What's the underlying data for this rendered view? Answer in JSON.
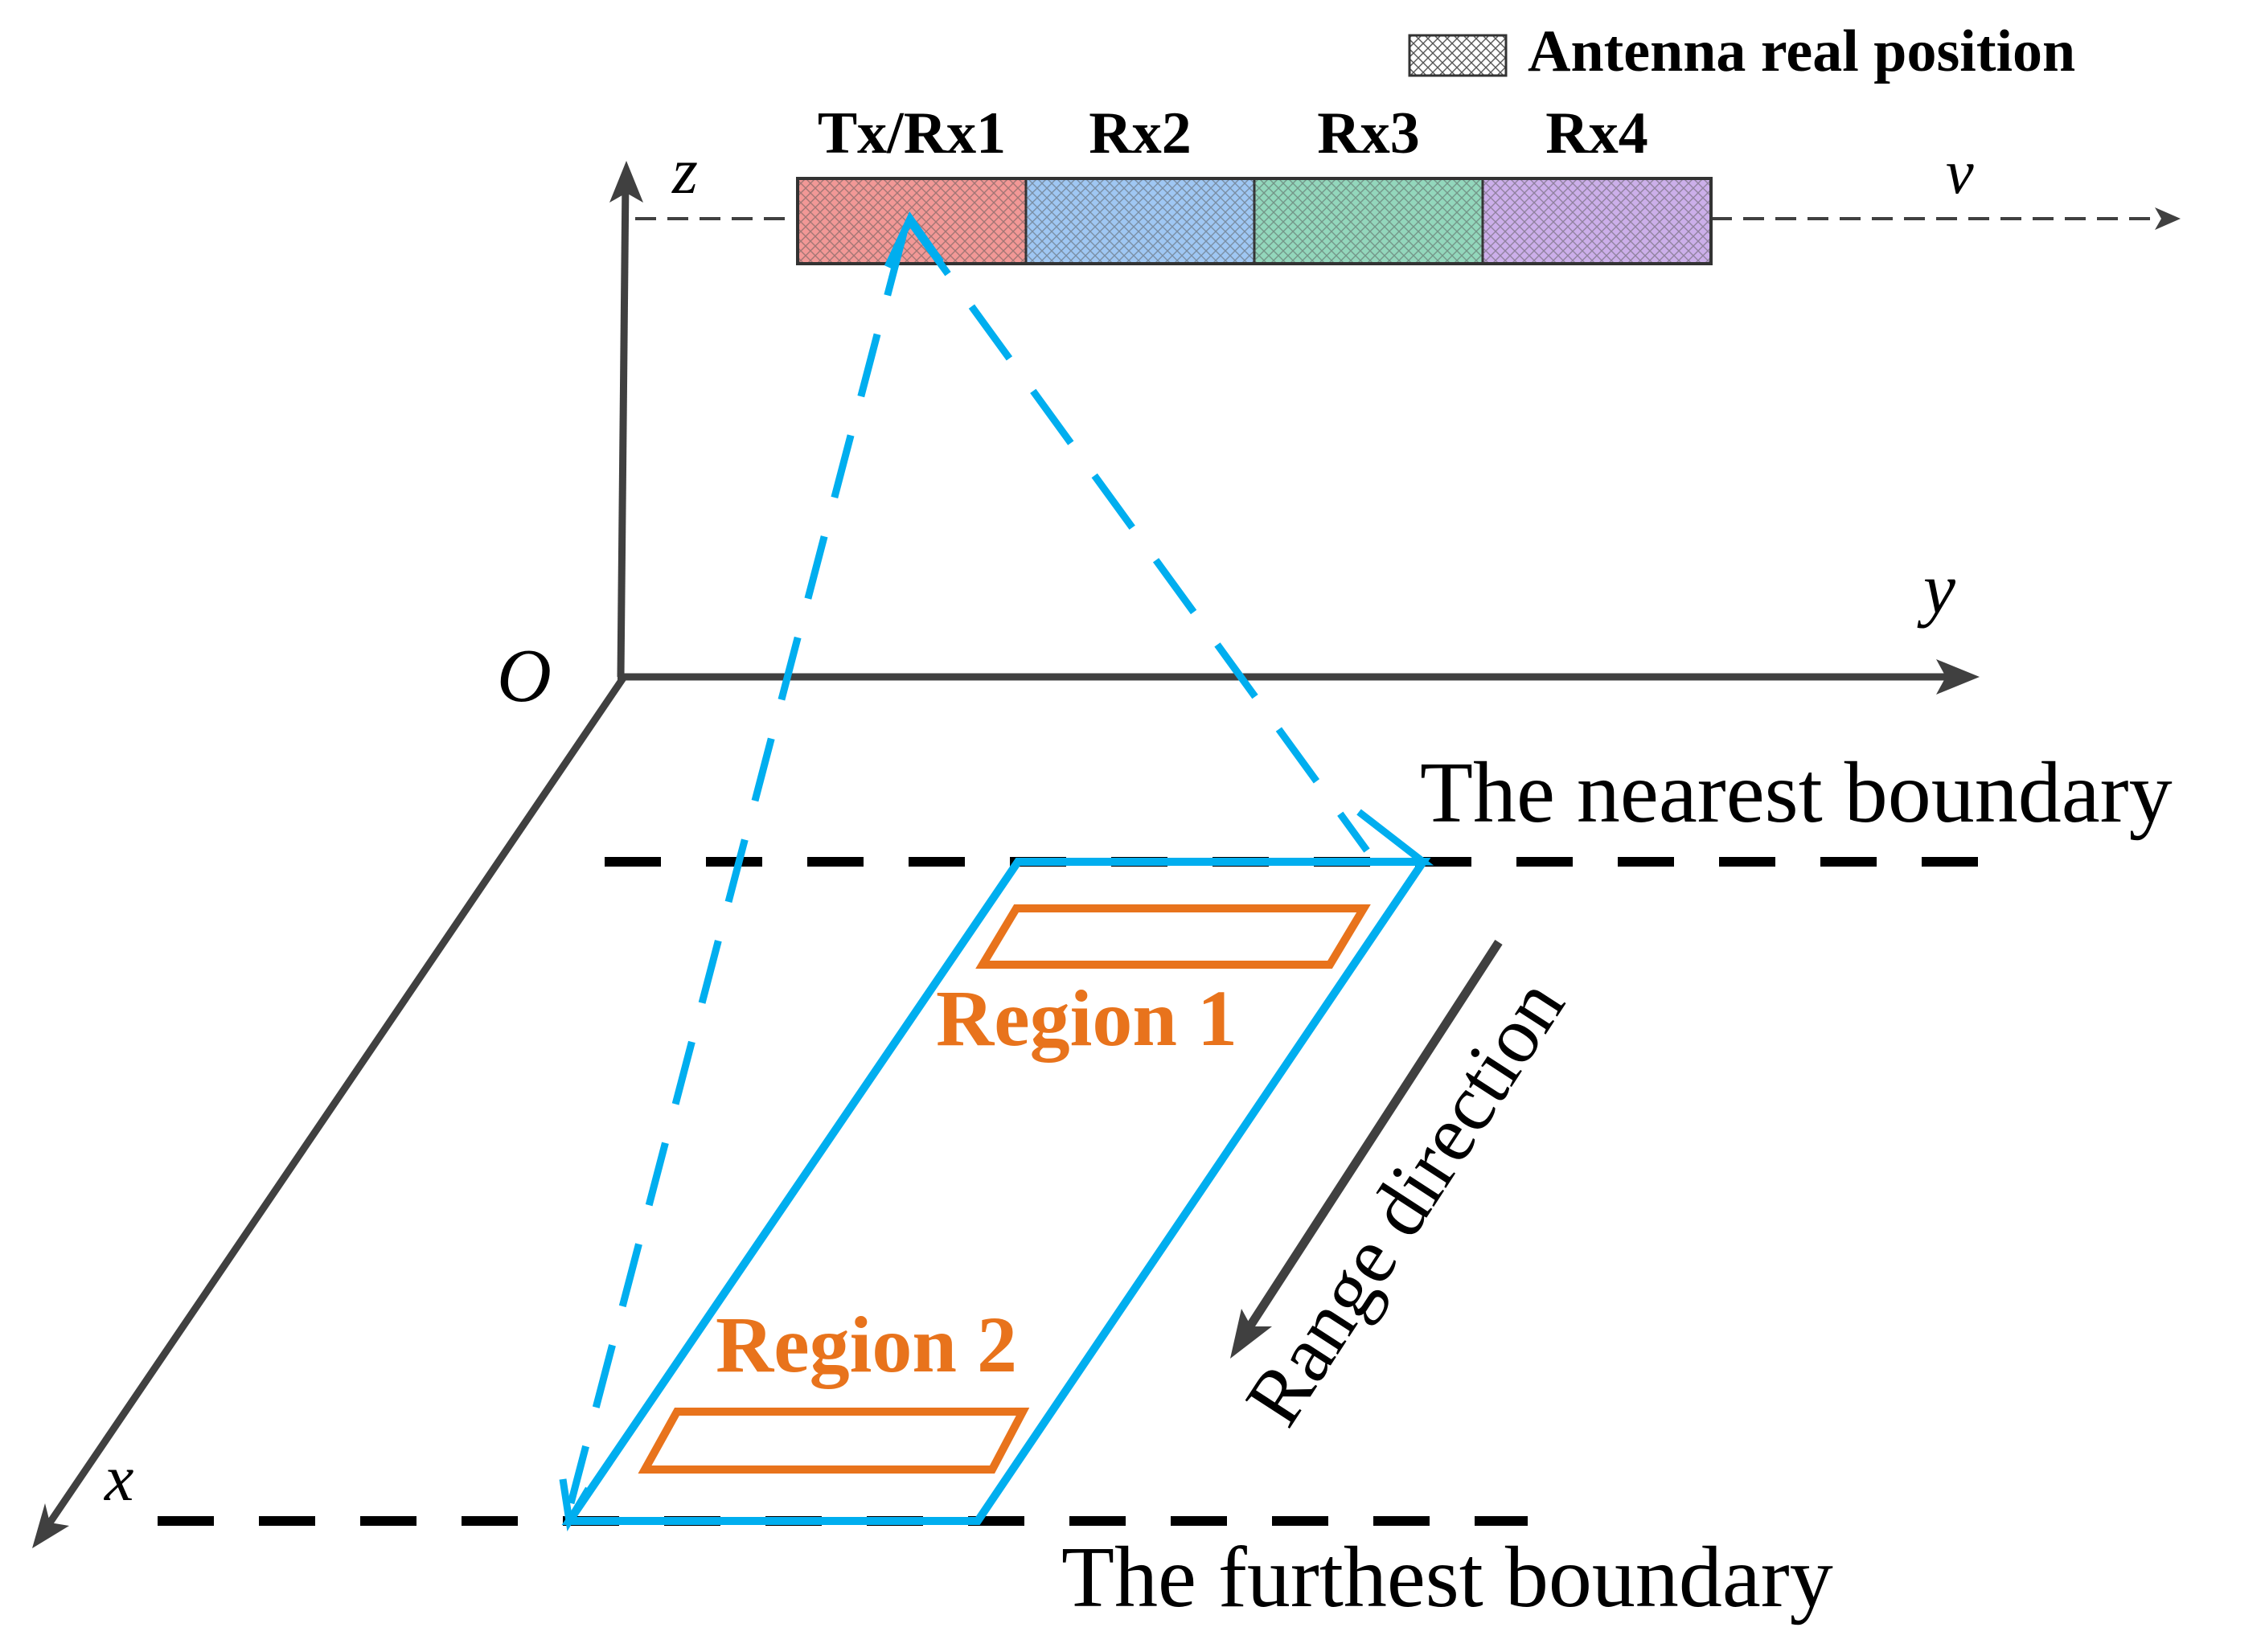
{
  "legend": {
    "label": "Antenna real position"
  },
  "antennas": [
    {
      "label": "Tx/Rx1",
      "color": "#e8433f"
    },
    {
      "label": "Rx2",
      "color": "#3f8fe8"
    },
    {
      "label": "Rx3",
      "color": "#27b07a"
    },
    {
      "label": "Rx4",
      "color": "#9a5fd6"
    }
  ],
  "axes": {
    "z": "z",
    "y": "y",
    "x": "x",
    "origin": "O",
    "velocity": "v"
  },
  "boundaries": {
    "nearest": "The nearest boundary",
    "furthest": "The furthest boundary"
  },
  "regions": {
    "region1": "Region 1",
    "region2": "Region 2"
  },
  "range_label": "Range direction",
  "colors": {
    "beam": "#00aeef",
    "region": "#e8731c",
    "axis": "#404040",
    "text": "#000000"
  }
}
